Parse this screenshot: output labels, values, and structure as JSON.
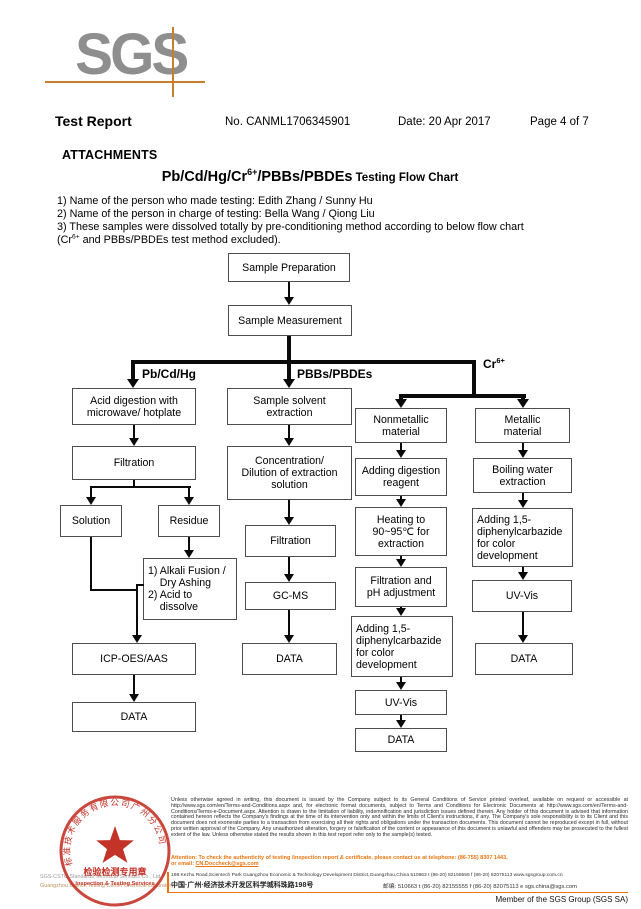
{
  "colors": {
    "accent_orange": "#e87511",
    "logo_gray": "#8e8e8e",
    "stamp_red": "#c33327",
    "line_black": "#0a0a0a"
  },
  "header": {
    "logo": "SGS",
    "report_title": "Test Report",
    "report_no": "No. CANML1706345901",
    "date": "Date: 20 Apr 2017",
    "page": "Page 4 of 7",
    "attachments": "ATTACHMENTS"
  },
  "title": {
    "part1": "Pb/Cd/Hg/Cr",
    "sup": "6+",
    "part2": "/PBBs/PBDEs",
    "suffix": " Testing Flow Chart"
  },
  "notes": {
    "line1": "1) Name of the person who made testing: Edith Zhang / Sunny Hu",
    "line2": "2) Name of the person in charge of testing: Bella Wang / Qiong Liu",
    "line3": "3) These samples were dissolved totally by pre-conditioning method according to below flow chart",
    "line4_pre": " (Cr",
    "line4_sup": "6+",
    "line4_post": " and PBBs/PBDEs test method excluded)."
  },
  "flow": {
    "labels": {
      "branch1": "Pb/Cd/Hg",
      "branch2": "PBBs/PBDEs",
      "branch3_base": "Cr",
      "branch3_sup": "6+"
    },
    "sample_prep": "Sample Preparation",
    "sample_meas": "Sample Measurement",
    "acid": "Acid digestion with\nmicrowave/ hotplate",
    "filtration1": "Filtration",
    "solution": "Solution",
    "residue": "Residue",
    "alkali": "1) Alkali Fusion /\n    Dry Ashing\n2) Acid to\n    dissolve",
    "icp": "ICP-OES/AAS",
    "data1": "DATA",
    "solvent": "Sample solvent\nextraction",
    "conc": "Concentration/\nDilution of extraction\nsolution",
    "filtration2": "Filtration",
    "gcms": "GC-MS",
    "data2": "DATA",
    "nonmetallic": "Nonmetallic\nmaterial",
    "reagent": "Adding digestion\nreagent",
    "heating": "Heating to\n90~95℃ for\nextraction",
    "filt_ph": "Filtration and\npH adjustment",
    "dipc3": "Adding 1,5-\ndiphenylcarbazide\nfor color\ndevelopment",
    "uvvis3": "UV-Vis",
    "data3": "DATA",
    "metallic": "Metallic\nmaterial",
    "boiling": "Boiling water\nextraction",
    "dipc4": "Adding 1,5-\ndiphenylcarbazide\nfor color\ndevelopment",
    "uvvis4": "UV-Vis",
    "data4": "DATA"
  },
  "footer": {
    "legal": "Unless otherwise agreed in writing, this document is issued by the Company subject to its General Conditions of Service printed overleaf, available on request or accessible at http://www.sgs.com/en/Terms-and-Conditions.aspx and, for electronic format documents, subject to Terms and Conditions for Electronic Documents at http://www.sgs.com/en/Terms-and-Conditions/Terms-e-Document.aspx. Attention is drawn to the limitation of liability, indemnification and jurisdiction issues defined therein. Any holder of this document is advised that information contained hereon reflects the Company's findings at the time of its intervention only and within the limits of Client's instructions, if any. The Company's sole responsibility is to its Client and this document does not exonerate parties to a transaction from exercising all their rights and obligations under the transaction documents. This document cannot be reproduced except in full, without prior written approval of the Company. Any unauthorized alteration, forgery or falsification of the content or appearance of this document is unlawful and offenders may be prosecuted to the fullest extent of the law. Unless otherwise stated the results shown in this test report refer only to the sample(s) tested.",
    "attention_line1": "Attention: To check the authenticity of testing /inspection report & certificate, please contact us at telephone: (86-755) 8307 1443,",
    "attention_email_prefix": "or email: ",
    "attention_email": "CN.Doccheck@sgs.com",
    "address_en": "198 Kezhu Road,Scientech Park Guangzhou Economic & Technology Development District,Guangzhou,China 510663    t (86-20) 82155555    f (86-20) 82075113    www.sgsgroup.com.cn",
    "address_cn": "中国·广州·经济技术开发区科学城科珠路198号",
    "address_cn_right": "邮编: 510663   t (86-20) 82155555   f (86-20) 82075113   e  sgs.china@sgs.com",
    "member": "Member of the SGS Group (SGS SA)",
    "company_line1": "SGS-CSTC Standards Technical Services Co., Ltd.",
    "company_line2": "Guangzhou Branch Testing Center Chemical Laboratory",
    "stamp_arc": "标准技术服务有限公司广州分公司",
    "stamp_line1": "检验检测专用章",
    "stamp_line2": "Inspection & Testing Services"
  }
}
